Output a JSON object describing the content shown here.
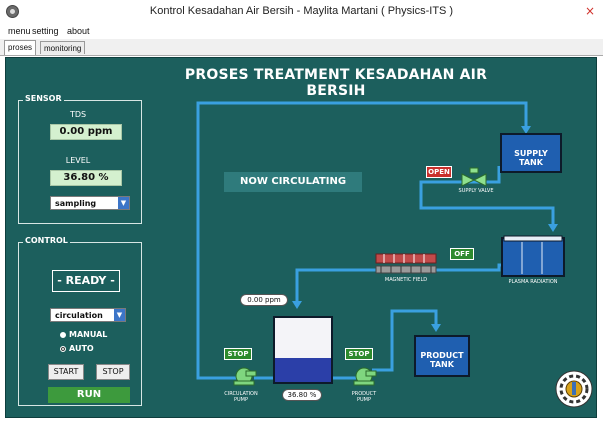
{
  "window": {
    "title": "Kontrol Kesadahan Air Bersih - Maylita Martani ( Physics-ITS )",
    "close_glyph": "×"
  },
  "menu": {
    "items": [
      "menu",
      "setting",
      "about"
    ]
  },
  "tabs": [
    "proses",
    "monitoring"
  ],
  "heading": "PROSES TREATMENT KESADAHAN AIR BERSIH",
  "sensor": {
    "title": "SENSOR",
    "tds_label": "TDS",
    "tds_value": "0.00 ppm",
    "level_label": "LEVEL",
    "level_value": "36.80 %",
    "mode_select": "sampling"
  },
  "control": {
    "title": "CONTROL",
    "status": "- READY -",
    "process_select": "circulation",
    "radio_manual": "MANUAL",
    "radio_auto": "AUTO",
    "selected_mode": "AUTO",
    "start_label": "START",
    "stop_label": "STOP",
    "run_label": "RUN"
  },
  "diagram": {
    "status_text": "NOW CIRCULATING",
    "supply_tank": "SUPPLY TANK",
    "supply_valve_label": "SUPPLY VALVE",
    "valve_state": "OPEN",
    "plasma_state": "OFF",
    "plasma_label": "PLASMA RADIATION",
    "magnetic_label": "MAGNETIC FIELD",
    "tank_ppm": "0.00 ppm",
    "tank_level": "36.80 %",
    "tank_level_fraction": 0.368,
    "circ_pump_state": "STOP",
    "circ_pump_label": "CIRCULATION PUMP",
    "product_pump_state": "STOP",
    "product_pump_label": "PRODUCT PUMP",
    "product_tank": "PRODUCT TANK"
  },
  "colors": {
    "panel_bg": "#1c5f5d",
    "pipe": "#3aa0e0",
    "tank_blue": "#1f5fb0",
    "open_red": "#c9302c",
    "state_green": "#2d8a2d"
  }
}
